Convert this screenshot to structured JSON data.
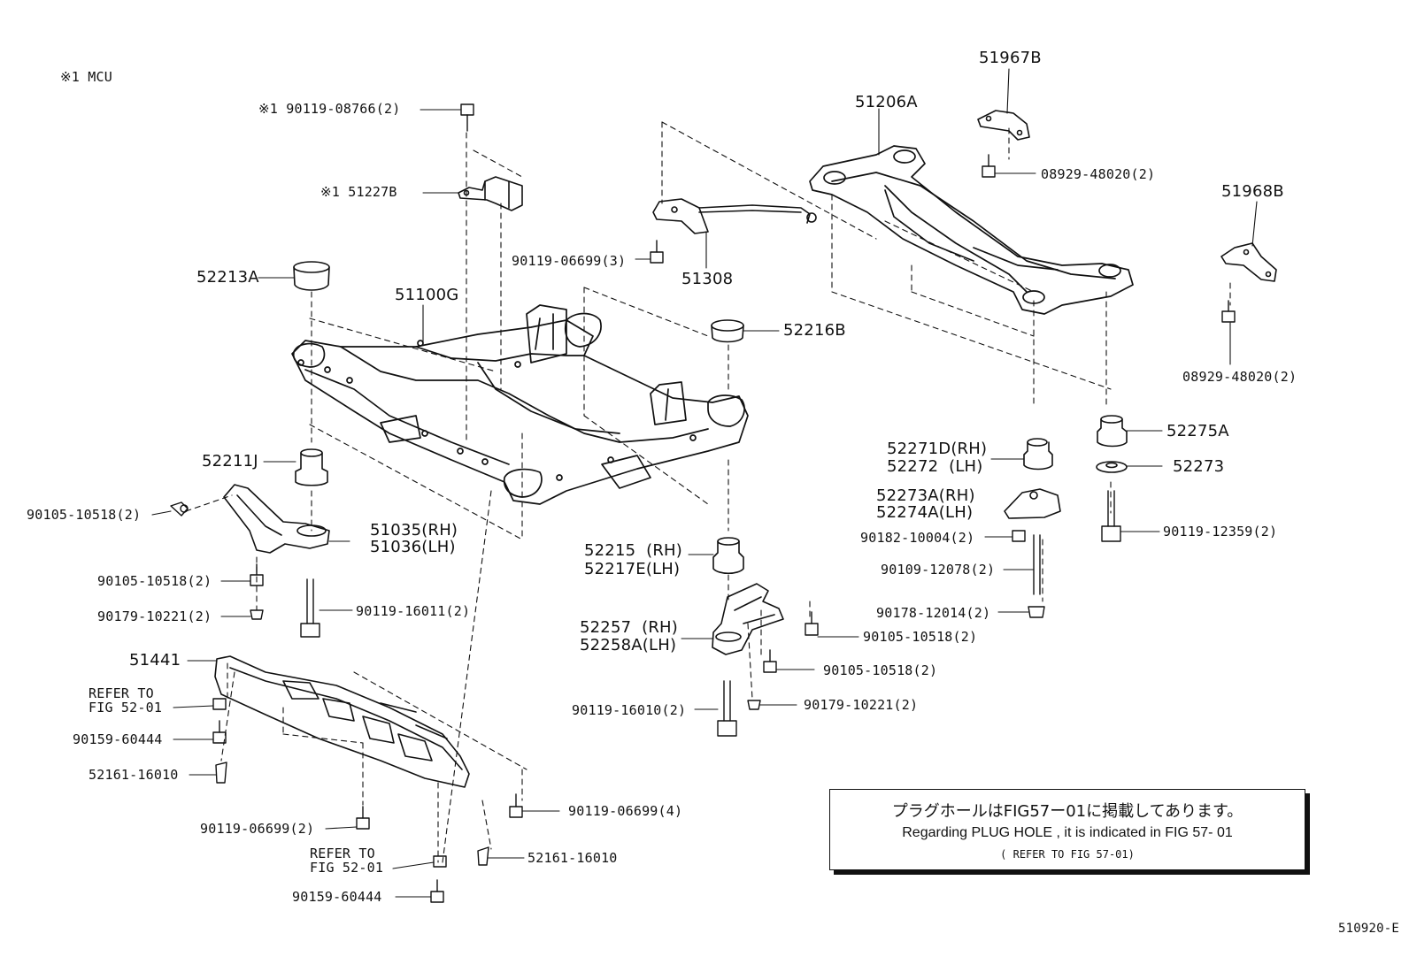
{
  "header": {
    "note": "※1 MCU"
  },
  "labels": {
    "l1": "※1 90119-08766(2)",
    "l2": "※1 51227B",
    "l3": "52213A",
    "l4": "51100G",
    "l5": "52211J",
    "l6": "90105-10518(2)",
    "l7": "51035(RH)",
    "l8": "51036(LH)",
    "l9": "90105-10518(2)",
    "l10": "90179-10221(2)",
    "l11": "90119-16011(2)",
    "l12": "51441",
    "l13": "REFER TO",
    "l14": "FIG 52-01",
    "l15": "90159-60444",
    "l16": "52161-16010",
    "l17": "90119-06699(2)",
    "l18": "REFER TO",
    "l19": "FIG 52-01",
    "l20": "90159-60444",
    "l21": "52161-16010",
    "l22": "90119-06699(4)",
    "l23": "90119-06699(3)",
    "l24": "51308",
    "l25": "52216B",
    "l26": "52215  (RH)",
    "l27": "52217E(LH)",
    "l28": "52257  (RH)",
    "l29": "52258A(LH)",
    "l30": "90119-16010(2)",
    "l31": "90105-10518(2)",
    "l32": "90105-10518(2)",
    "l33": "90179-10221(2)",
    "l34": "51206A",
    "l35": "51967B",
    "l36": "08929-48020(2)",
    "l37": "51968B",
    "l38": "08929-48020(2)",
    "l39": "52271D(RH)",
    "l40": "52272  (LH)",
    "l41": "52273A(RH)",
    "l42": "52274A(LH)",
    "l43": "90182-10004(2)",
    "l44": "90109-12078(2)",
    "l45": "90178-12014(2)",
    "l46": "52275A",
    "l47": "52273",
    "l48": "90119-12359(2)"
  },
  "note": {
    "jp": "プラグホールはFIG57ー01に掲載してあります。",
    "en": "Regarding PLUG HOLE , it is indicated in FIG 57- 01",
    "ref": "( REFER TO FIG 57-01)"
  },
  "footer": {
    "figure_id": "510920-E"
  }
}
